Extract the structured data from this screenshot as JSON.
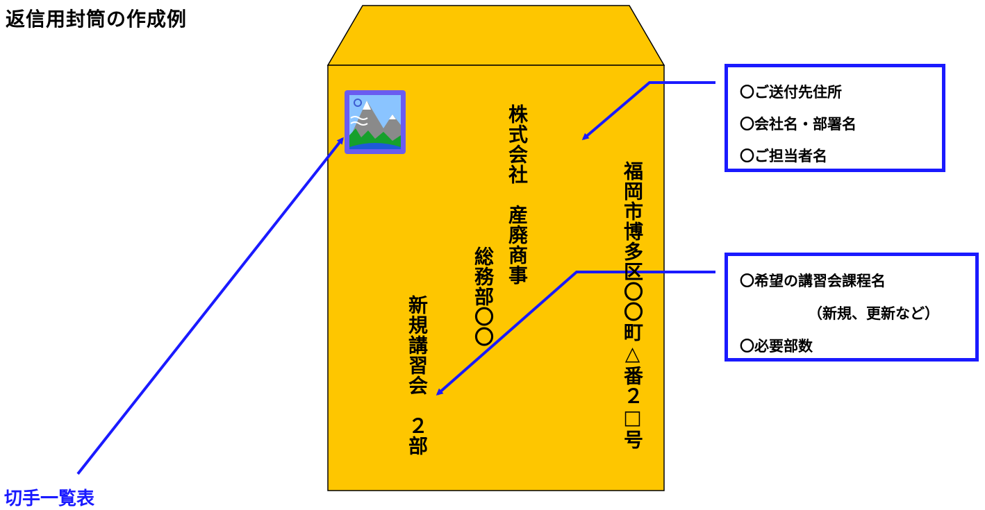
{
  "title": "返信用封筒の作成例",
  "stamp_link": "切手一覧表",
  "envelope": {
    "address": "福岡市博多区〇〇町△番２□号",
    "company": "株式会社　産廃商事",
    "department": "総務部〇〇",
    "request": "新規講習会　２部"
  },
  "callouts": {
    "recipient": [
      "〇ご送付先住所",
      "〇会社名・部署名",
      "〇ご担当者名"
    ],
    "course": [
      "〇希望の講習会課程名",
      "（新規、更新など）",
      "〇必要部数"
    ]
  },
  "colors": {
    "envelope_fill": "#fec600",
    "accent_blue": "#1a1aff",
    "outline": "#000000"
  },
  "icons": {
    "stamp": "mountain-stamp-icon"
  }
}
